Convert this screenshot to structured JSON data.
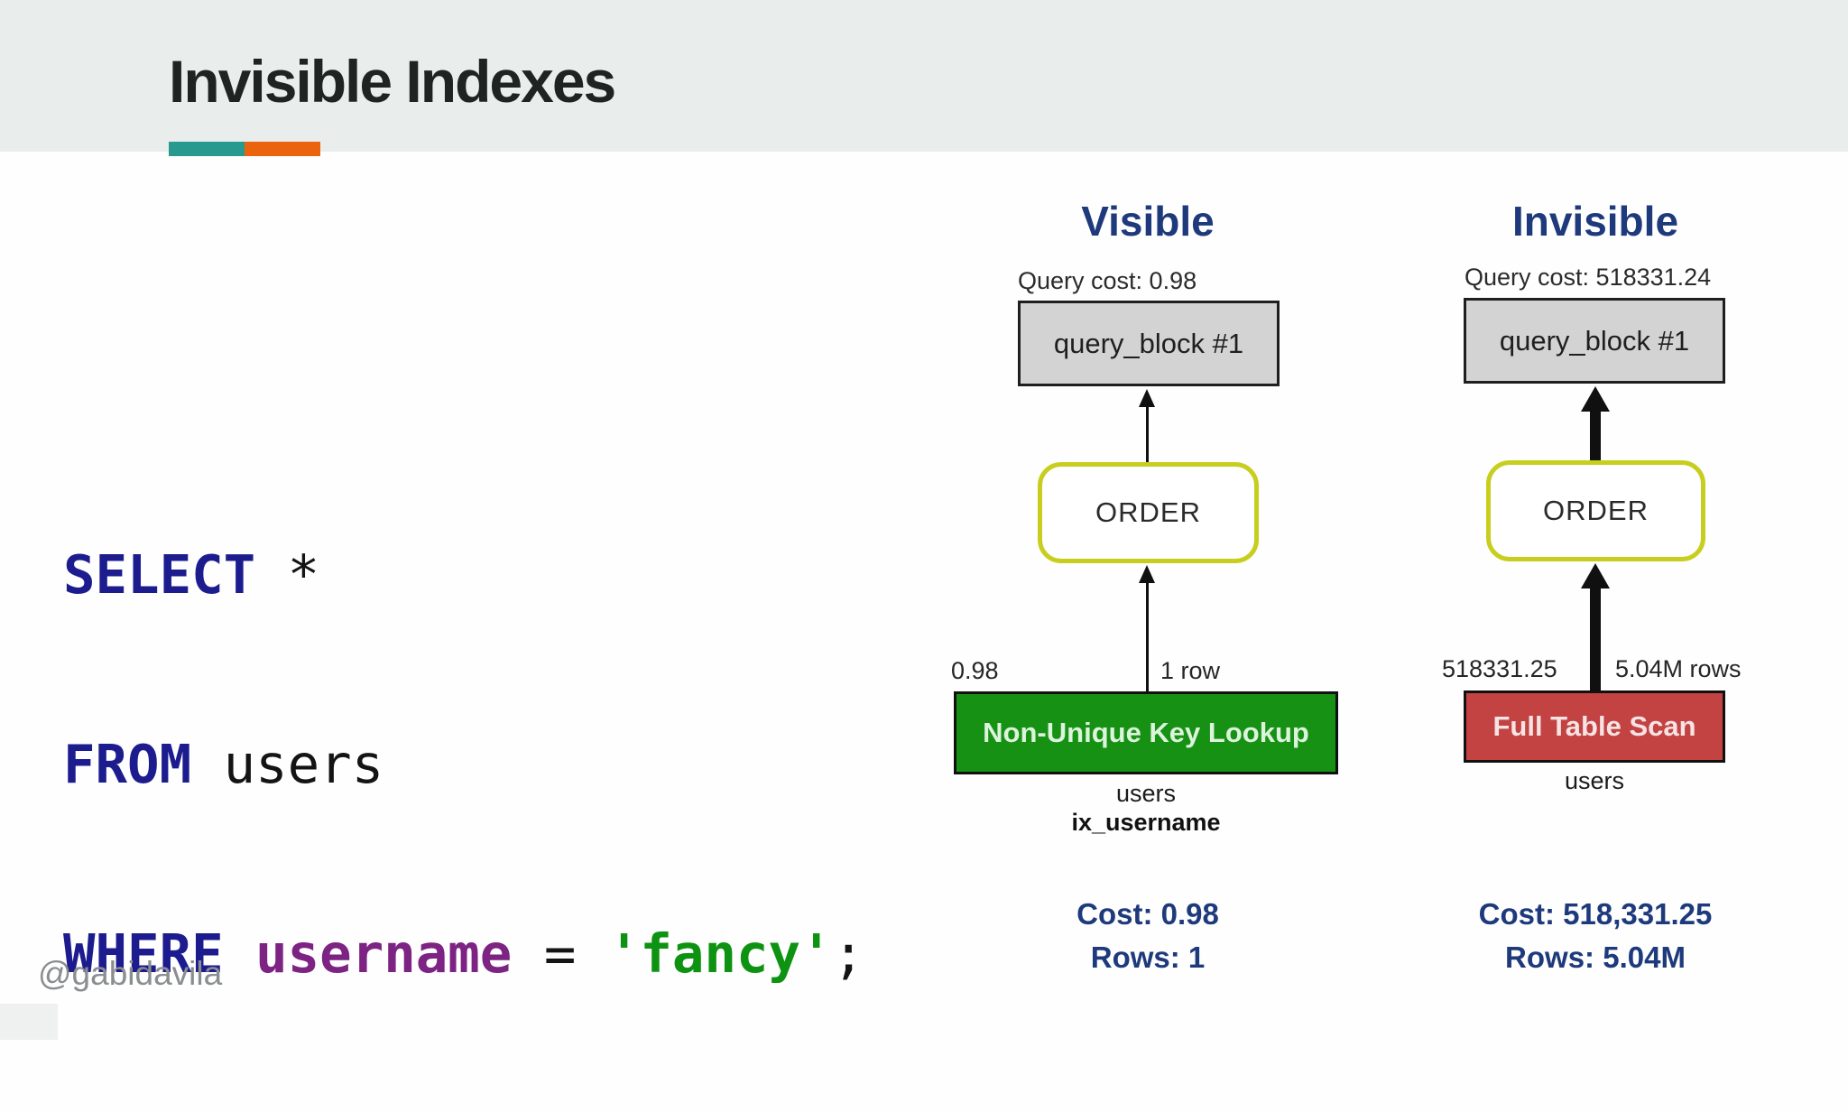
{
  "slide": {
    "title": "Invisible Indexes",
    "handle": "@gabidavila"
  },
  "accent_colors": {
    "teal": "#27998e",
    "orange": "#ea6410",
    "heading_navy": "#1e3a7c",
    "green_node": "#169114",
    "red_node": "#c34343",
    "order_border_yellow": "#c8ce1e",
    "query_block_gray": "#d3d3d3"
  },
  "sql": {
    "select": "SELECT",
    "star": " *",
    "from": "FROM",
    "users": " users",
    "where": "WHERE",
    "username": " username",
    "eq": " = ",
    "value": "'fancy'",
    "semicolon": ";"
  },
  "plans": {
    "visible": {
      "heading": "Visible",
      "query_cost": "Query cost: 0.98",
      "query_block": "query_block #1",
      "order": "ORDER",
      "edge_cost": "0.98",
      "edge_rows": "1 row",
      "scan": "Non-Unique Key Lookup",
      "table": "users",
      "index": "ix_username",
      "summary_cost": "Cost: 0.98",
      "summary_rows": "Rows: 1"
    },
    "invisible": {
      "heading": "Invisible",
      "query_cost": "Query cost: 518331.24",
      "query_block": "query_block #1",
      "order": "ORDER",
      "edge_cost": "518331.25",
      "edge_rows": "5.04M rows",
      "scan": "Full Table Scan",
      "table": "users",
      "summary_cost": "Cost: 518,331.25",
      "summary_rows": "Rows: 5.04M"
    }
  }
}
